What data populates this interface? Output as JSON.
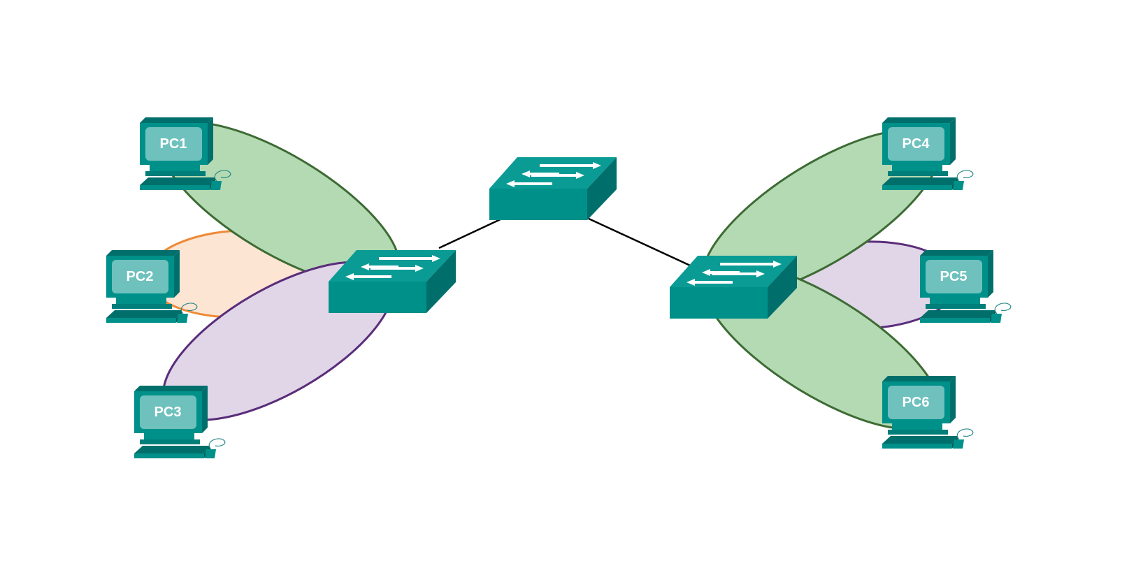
{
  "diagram": {
    "type": "network-topology",
    "colors": {
      "device_teal": "#00908a",
      "device_dark": "#006f6b",
      "screen": "#6ec1bd",
      "vlan_green_fill": "#b3dab3",
      "vlan_green_stroke": "#3d6b34",
      "vlan_orange_fill": "#fde5d3",
      "vlan_orange_stroke": "#ee8a36",
      "vlan_purple_fill": "#e0d6e8",
      "vlan_purple_stroke": "#5a2d7a",
      "link": "#000000"
    },
    "pcs": [
      {
        "id": "pc1",
        "label": "PC1",
        "group": "green"
      },
      {
        "id": "pc2",
        "label": "PC2",
        "group": "orange"
      },
      {
        "id": "pc3",
        "label": "PC3",
        "group": "purple"
      },
      {
        "id": "pc4",
        "label": "PC4",
        "group": "green"
      },
      {
        "id": "pc5",
        "label": "PC5",
        "group": "purple"
      },
      {
        "id": "pc6",
        "label": "PC6",
        "group": "green"
      }
    ],
    "switches": [
      {
        "id": "switch-center",
        "icon": "switch-icon"
      },
      {
        "id": "switch-left",
        "icon": "switch-icon"
      },
      {
        "id": "switch-right",
        "icon": "switch-icon"
      }
    ],
    "links": [
      {
        "from": "switch-left",
        "to": "switch-center"
      },
      {
        "from": "switch-center",
        "to": "switch-right"
      }
    ]
  }
}
